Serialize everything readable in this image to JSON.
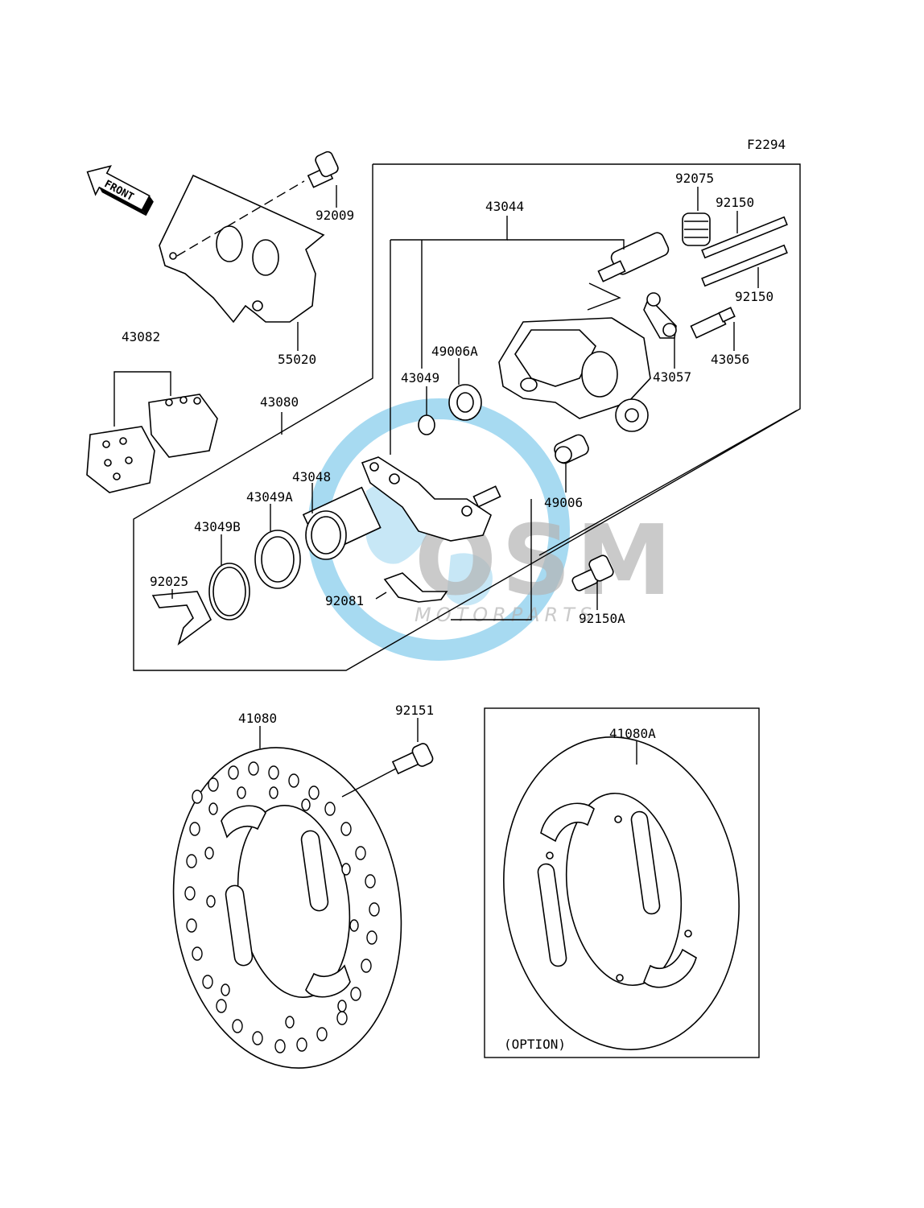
{
  "diagram_code": "F2294",
  "front_label": "FRONT",
  "option_label": "(OPTION)",
  "watermark": {
    "brand": "OSM",
    "sub": "MOTORPARTS",
    "colors": {
      "globe": "#2aa6de",
      "text": "#9a9a9a"
    }
  },
  "parts": {
    "p92009": "92009",
    "p55020": "55020",
    "p43082": "43082",
    "p43080": "43080",
    "p43044": "43044",
    "p92075": "92075",
    "p92150_top": "92150",
    "p92150_bottom": "92150",
    "p43056": "43056",
    "p43057": "43057",
    "p49006A": "49006A",
    "p43049": "43049",
    "p49006": "49006",
    "p43048": "43048",
    "p43049A": "43049A",
    "p43049B": "43049B",
    "p92025": "92025",
    "p92081": "92081",
    "p92150A": "92150A",
    "p41080": "41080",
    "p92151": "92151",
    "p41080A": "41080A"
  }
}
